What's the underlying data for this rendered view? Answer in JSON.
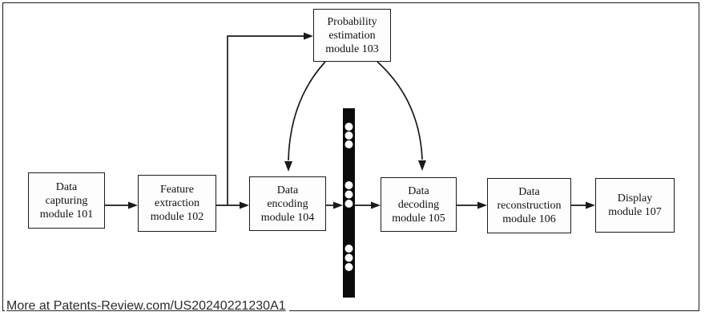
{
  "page": {
    "watermark_link": "More at Patents-Review.com/US20240221230A1"
  },
  "diagram": {
    "title_semantic": "data-processing-pipeline-block-diagram",
    "modules": [
      {
        "id": "101",
        "key": "data-capturing-module",
        "lines": [
          "Data",
          "capturing",
          "module 101"
        ]
      },
      {
        "id": "102",
        "key": "feature-extraction-module",
        "lines": [
          "Feature",
          "extraction",
          "module 102"
        ]
      },
      {
        "id": "103",
        "key": "probability-estimation-module",
        "lines": [
          "Probability",
          "estimation",
          "module 103"
        ]
      },
      {
        "id": "104",
        "key": "data-encoding-module",
        "lines": [
          "Data",
          "encoding",
          "module 104"
        ]
      },
      {
        "id": "105",
        "key": "data-decoding-module",
        "lines": [
          "Data",
          "decoding",
          "module 105"
        ]
      },
      {
        "id": "106",
        "key": "data-reconstruction-module",
        "lines": [
          "Data",
          "reconstruction",
          "module 106"
        ]
      },
      {
        "id": "107",
        "key": "display-module",
        "lines": [
          "Display",
          "module 107"
        ]
      }
    ],
    "connections": [
      "101 -> 102",
      "102 -> 104",
      "102/104 junction -> 103",
      "103 -> 104 (curved)",
      "103 -> 105 (curved)",
      "104 -> bitstream",
      "bitstream -> 105",
      "105 -> 106",
      "106 -> 107"
    ],
    "bitstream_bar": {
      "description": "vertical black bitstream bar with 3 groups of 3 white dots",
      "dot_groups": 3,
      "dots_per_group": 3
    },
    "colors": {
      "line": "#1a1a1a",
      "box_border": "#1c1c1c",
      "box_fill": "#fdfdfd",
      "bar_fill": "#0b0b0b",
      "dot_fill": "#ffffff",
      "text": "#121212",
      "watermark_text": "#2b2b2b"
    }
  }
}
